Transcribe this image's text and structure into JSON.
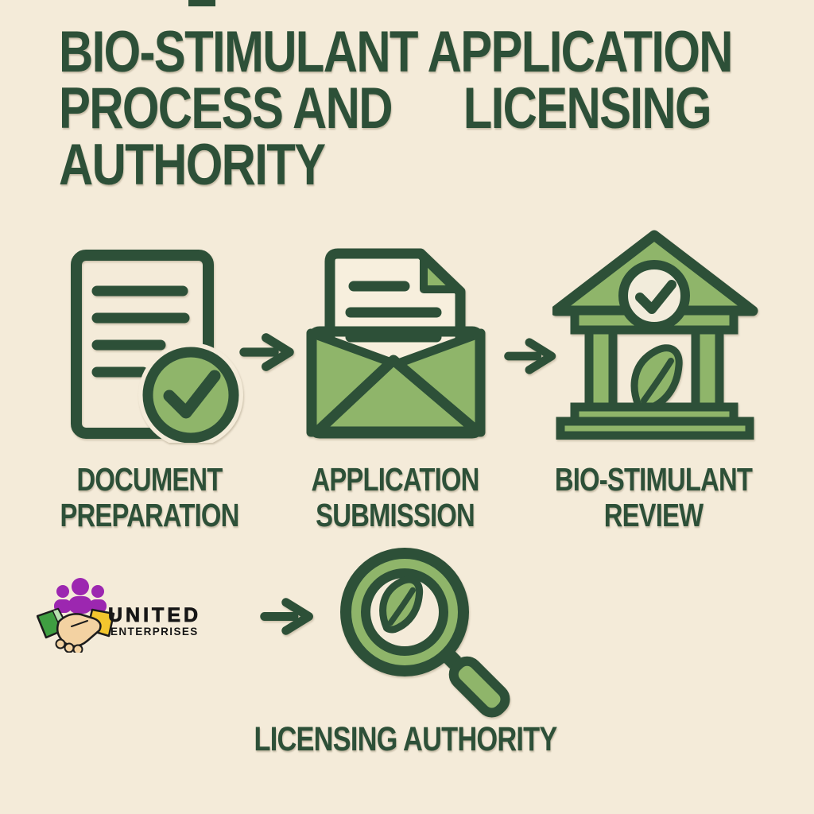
{
  "background": "#f4ebd9",
  "colors": {
    "dark_green": "#2d5038",
    "light_green": "#8fb56a",
    "paper_cream": "#f7efdd",
    "logo_purple": "#9c27b0",
    "logo_sleeve_green": "#3f9e41",
    "logo_sleeve_green_light": "#b8e0b0",
    "logo_sleeve_yellow": "#f3c62e",
    "logo_hand_skin": "#f3d2a2",
    "logo_text_black": "#161616"
  },
  "title": {
    "text": "BIO-STIMULANT APPLICATION\nPROCESS AND      LICENSING\nAUTHORITY"
  },
  "steps": [
    {
      "label": "DOCUMENT\nPREPARATION",
      "icon": "document-check-icon"
    },
    {
      "label": "APPLICATION\nSUBMISSION",
      "icon": "envelope-letter-icon"
    },
    {
      "label": "BIO-STIMULANT\nREVIEW",
      "icon": "bank-building-icon"
    },
    {
      "label": "LICENSING AUTHORITY",
      "icon": "magnifier-leaf-icon"
    }
  ],
  "decor": {
    "arrow_icon": "arrow-right-icon"
  },
  "logo": {
    "name": "UNITED",
    "subtitle": "ENTERPRISES",
    "icon": "handshake-people-logo-icon"
  }
}
